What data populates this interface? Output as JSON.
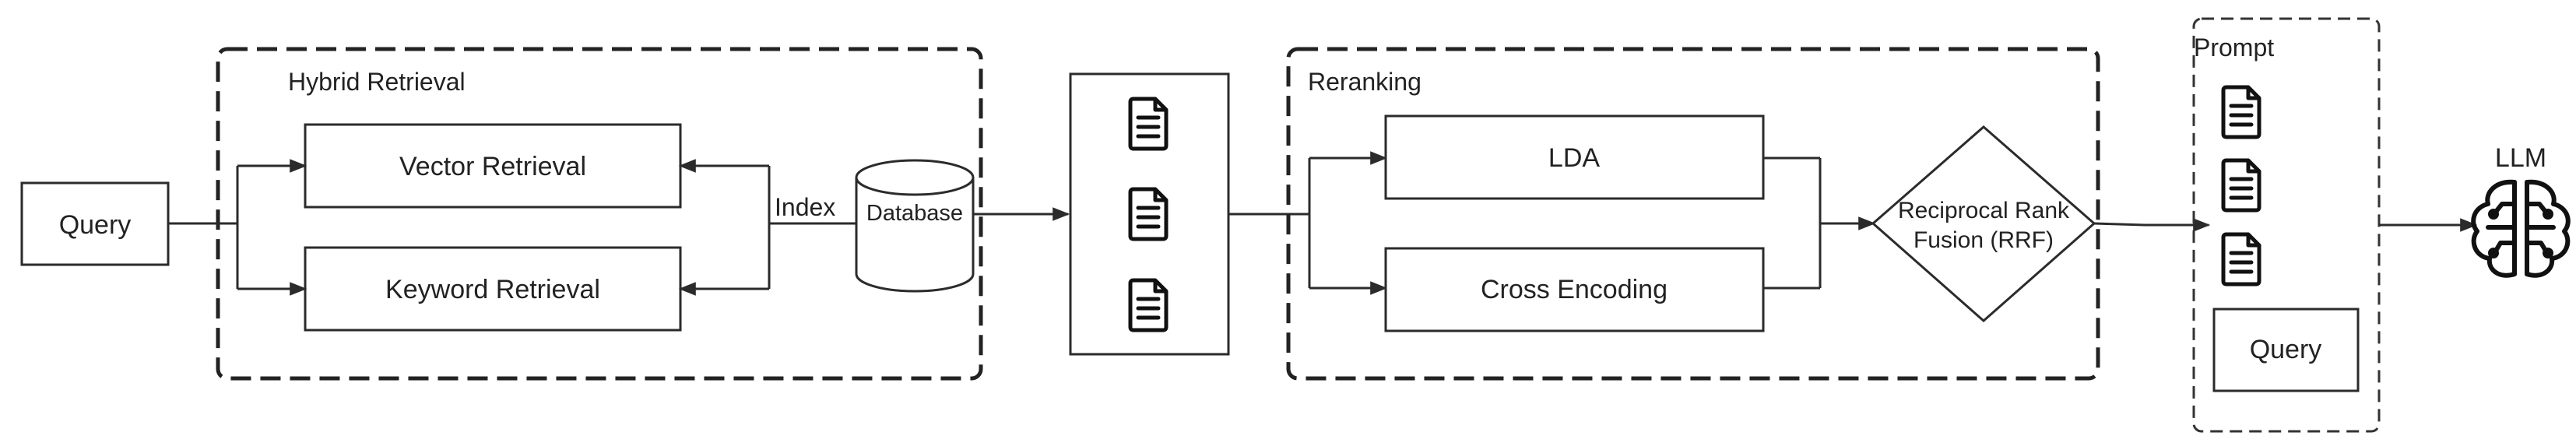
{
  "nodes": {
    "query": "Query",
    "hybrid_group": "Hybrid Retrieval",
    "vector_retrieval": "Vector Retrieval",
    "keyword_retrieval": "Keyword Retrieval",
    "index_label": "Index",
    "database": "Database",
    "reranking_group": "Reranking",
    "lda": "LDA",
    "cross_encoding": "Cross Encoding",
    "rrf_line1": "Reciprocal Rank",
    "rrf_line2": "Fusion (RRF)",
    "prompt_group": "Prompt",
    "prompt_query": "Query",
    "llm": "LLM"
  },
  "icons": {
    "document": "document-icon",
    "llm": "brain-circuit-icon",
    "database": "cylinder-database-icon"
  },
  "colors": {
    "stroke": "#2b2b2b",
    "text": "#222222",
    "background": "#ffffff"
  }
}
